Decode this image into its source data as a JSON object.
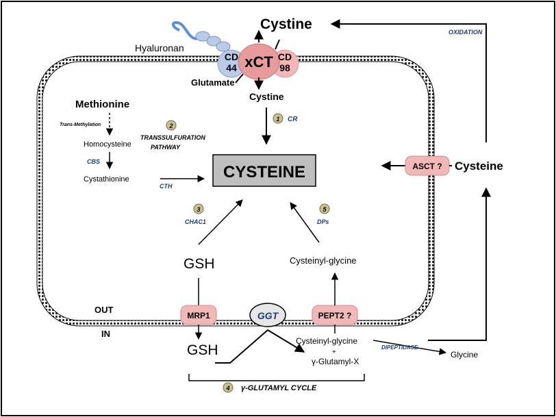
{
  "labels": {
    "cystine_top": "Cystine",
    "oxidation": "OXIDATION",
    "hyaluronan": "Hyaluronan",
    "cd44": "CD\n44",
    "xct": "xCT",
    "cd98": "CD\n98",
    "glutamate": "Glutamate",
    "cystine_in": "Cystine",
    "cr": "CR",
    "methionine": "Methionine",
    "trans_methylation": "Trans-Methylation",
    "homocysteine": "Homocysteine",
    "cbs": "CBS",
    "cystathionine": "Cystathionine",
    "cth": "CTH",
    "transsulfuration": "TRANSSULFURATION\nPATHWAY",
    "cysteine_center": "CYSTEINE",
    "chac1": "CHAC1",
    "dps": "DPs",
    "gsh_in": "GSH",
    "cysgly_in": "Cysteinyl-glycine",
    "out": "OUT",
    "in": "IN",
    "mrp1": "MRP1",
    "ggt": "GGT",
    "pept2": "PEPT2 ?",
    "gsh_out": "GSH",
    "cysgly_out": "Cysteinyl-glycine",
    "plus": "+",
    "gamma_glutamyl_x": "γ-Glutamyl-X",
    "dipeptidase": "DIPEPTIDASE",
    "glycine": "Glycine",
    "gamma_cycle": "γ-GLUTAMYL CYCLE",
    "asct": "ASCT ?",
    "cysteine_out": "Cysteine"
  },
  "badges": [
    "1",
    "2",
    "3",
    "4",
    "5"
  ],
  "colors": {
    "transporter_fill": "#f2b7b7",
    "cd44_fill": "#b9cbe6",
    "hyaluronan_stroke": "#5b8fd6",
    "badge_fill": "#c9c08f",
    "cysteine_box_fill": "#bfbfbf",
    "label_blue": "#1f3a78"
  }
}
